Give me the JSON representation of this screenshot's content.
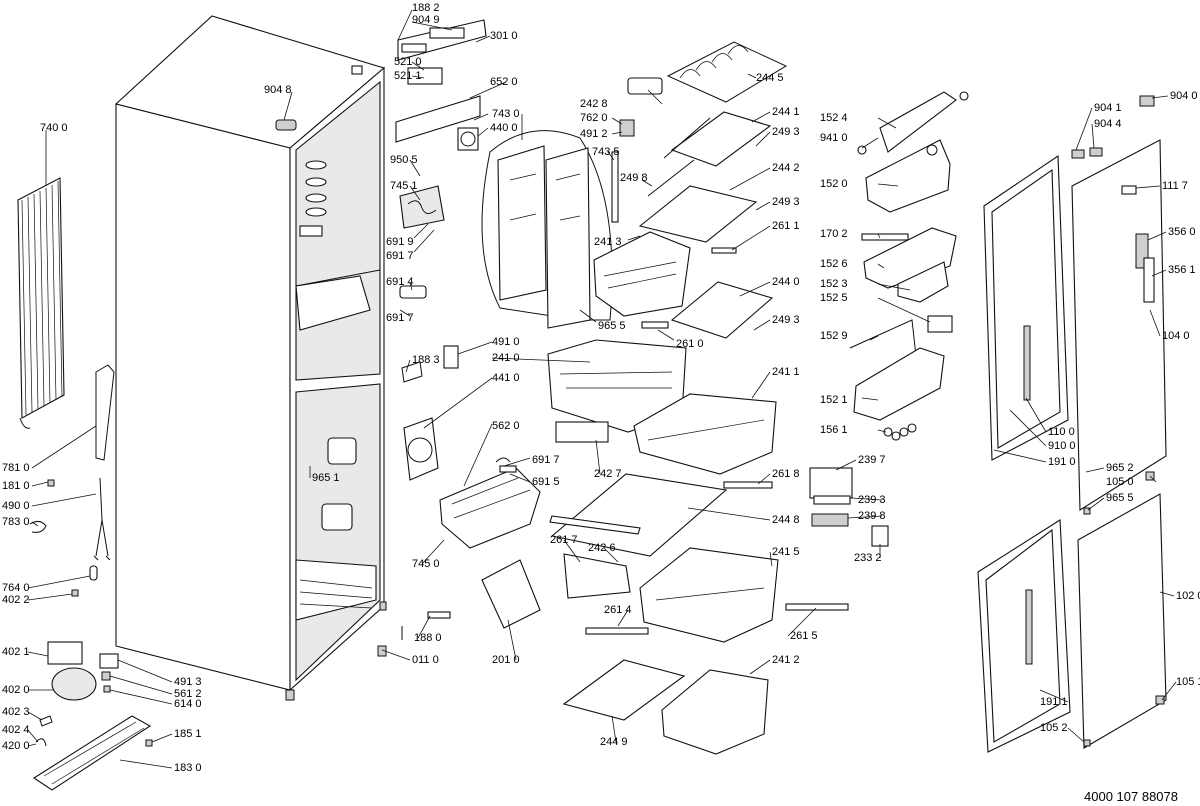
{
  "document_number": "4000 107 88078",
  "callouts": [
    {
      "id": "1882",
      "text": "188 2"
    },
    {
      "id": "9049",
      "text": "904 9"
    },
    {
      "id": "3010",
      "text": "301 0"
    },
    {
      "id": "5210",
      "text": "521 0"
    },
    {
      "id": "5211",
      "text": "521 1"
    },
    {
      "id": "6520",
      "text": "652 0"
    },
    {
      "id": "9048",
      "text": "904 8"
    },
    {
      "id": "7400",
      "text": "740 0"
    },
    {
      "id": "7430",
      "text": "743 0"
    },
    {
      "id": "4400",
      "text": "440 0"
    },
    {
      "id": "2428",
      "text": "242 8"
    },
    {
      "id": "7620",
      "text": "762 0"
    },
    {
      "id": "4912",
      "text": "491 2"
    },
    {
      "id": "7435",
      "text": "743 5"
    },
    {
      "id": "2445",
      "text": "244 5"
    },
    {
      "id": "2441",
      "text": "244 1"
    },
    {
      "id": "2493a",
      "text": "249 3"
    },
    {
      "id": "2498",
      "text": "249 8"
    },
    {
      "id": "2442",
      "text": "244 2"
    },
    {
      "id": "2493b",
      "text": "249 3"
    },
    {
      "id": "9505",
      "text": "950 5"
    },
    {
      "id": "7451",
      "text": "745 1"
    },
    {
      "id": "6919",
      "text": "691 9"
    },
    {
      "id": "6917a",
      "text": "691 7"
    },
    {
      "id": "2413",
      "text": "241 3"
    },
    {
      "id": "2611",
      "text": "261 1"
    },
    {
      "id": "6914",
      "text": "691 4"
    },
    {
      "id": "6917b",
      "text": "691 7"
    },
    {
      "id": "2440",
      "text": "244 0"
    },
    {
      "id": "2493c",
      "text": "249 3"
    },
    {
      "id": "9655a",
      "text": "965 5"
    },
    {
      "id": "2610",
      "text": "261 0"
    },
    {
      "id": "4910",
      "text": "491 0"
    },
    {
      "id": "2410",
      "text": "241 0"
    },
    {
      "id": "1883",
      "text": "188 3"
    },
    {
      "id": "4410",
      "text": "441 0"
    },
    {
      "id": "2411",
      "text": "241 1"
    },
    {
      "id": "5620",
      "text": "562 0"
    },
    {
      "id": "6917c",
      "text": "691 7"
    },
    {
      "id": "6915",
      "text": "691 5"
    },
    {
      "id": "2427",
      "text": "242 7"
    },
    {
      "id": "9651",
      "text": "965 1"
    },
    {
      "id": "2618",
      "text": "261 8"
    },
    {
      "id": "7810",
      "text": "781 0"
    },
    {
      "id": "1810",
      "text": "181 0"
    },
    {
      "id": "4900",
      "text": "490 0"
    },
    {
      "id": "7830",
      "text": "783 0"
    },
    {
      "id": "7450",
      "text": "745 0"
    },
    {
      "id": "2617",
      "text": "261 7"
    },
    {
      "id": "2426",
      "text": "242 6"
    },
    {
      "id": "2448",
      "text": "244 8"
    },
    {
      "id": "2415",
      "text": "241 5"
    },
    {
      "id": "7640",
      "text": "764 0"
    },
    {
      "id": "4022",
      "text": "402 2"
    },
    {
      "id": "2614",
      "text": "261 4"
    },
    {
      "id": "2615",
      "text": "261 5"
    },
    {
      "id": "1880",
      "text": "188 0"
    },
    {
      "id": "0110",
      "text": "011 0"
    },
    {
      "id": "2010",
      "text": "201 0"
    },
    {
      "id": "4021",
      "text": "402 1"
    },
    {
      "id": "4913",
      "text": "491 3"
    },
    {
      "id": "5612",
      "text": "561 2"
    },
    {
      "id": "6140",
      "text": "614 0"
    },
    {
      "id": "4020",
      "text": "402 0"
    },
    {
      "id": "4023",
      "text": "402 3"
    },
    {
      "id": "4024",
      "text": "402 4"
    },
    {
      "id": "1851",
      "text": "185 1"
    },
    {
      "id": "4200",
      "text": "420 0"
    },
    {
      "id": "1830",
      "text": "183 0"
    },
    {
      "id": "2412",
      "text": "241 2"
    },
    {
      "id": "2449",
      "text": "244 9"
    },
    {
      "id": "1524",
      "text": "152 4"
    },
    {
      "id": "9410",
      "text": "941 0"
    },
    {
      "id": "1520",
      "text": "152 0"
    },
    {
      "id": "1702",
      "text": "170 2"
    },
    {
      "id": "1526",
      "text": "152 6"
    },
    {
      "id": "1523",
      "text": "152 3"
    },
    {
      "id": "1525",
      "text": "152 5"
    },
    {
      "id": "1529",
      "text": "152 9"
    },
    {
      "id": "1521",
      "text": "152 1"
    },
    {
      "id": "1561",
      "text": "156 1"
    },
    {
      "id": "2397",
      "text": "239 7"
    },
    {
      "id": "2393",
      "text": "239 3"
    },
    {
      "id": "2398",
      "text": "239 8"
    },
    {
      "id": "2332",
      "text": "233 2"
    },
    {
      "id": "9041",
      "text": "904 1"
    },
    {
      "id": "9044",
      "text": "904 4"
    },
    {
      "id": "9040",
      "text": "904 0"
    },
    {
      "id": "1117",
      "text": "111 7"
    },
    {
      "id": "3560",
      "text": "356 0"
    },
    {
      "id": "3561",
      "text": "356 1"
    },
    {
      "id": "1040",
      "text": "104 0"
    },
    {
      "id": "1100",
      "text": "110 0"
    },
    {
      "id": "9100",
      "text": "910 0"
    },
    {
      "id": "1910",
      "text": "191 0"
    },
    {
      "id": "9652",
      "text": "965 2"
    },
    {
      "id": "1050",
      "text": "105 0"
    },
    {
      "id": "9655b",
      "text": "965 5"
    },
    {
      "id": "1020",
      "text": "102 0"
    },
    {
      "id": "1051",
      "text": "105 1"
    },
    {
      "id": "1911",
      "text": "191 1"
    },
    {
      "id": "1052",
      "text": "105 2"
    }
  ]
}
